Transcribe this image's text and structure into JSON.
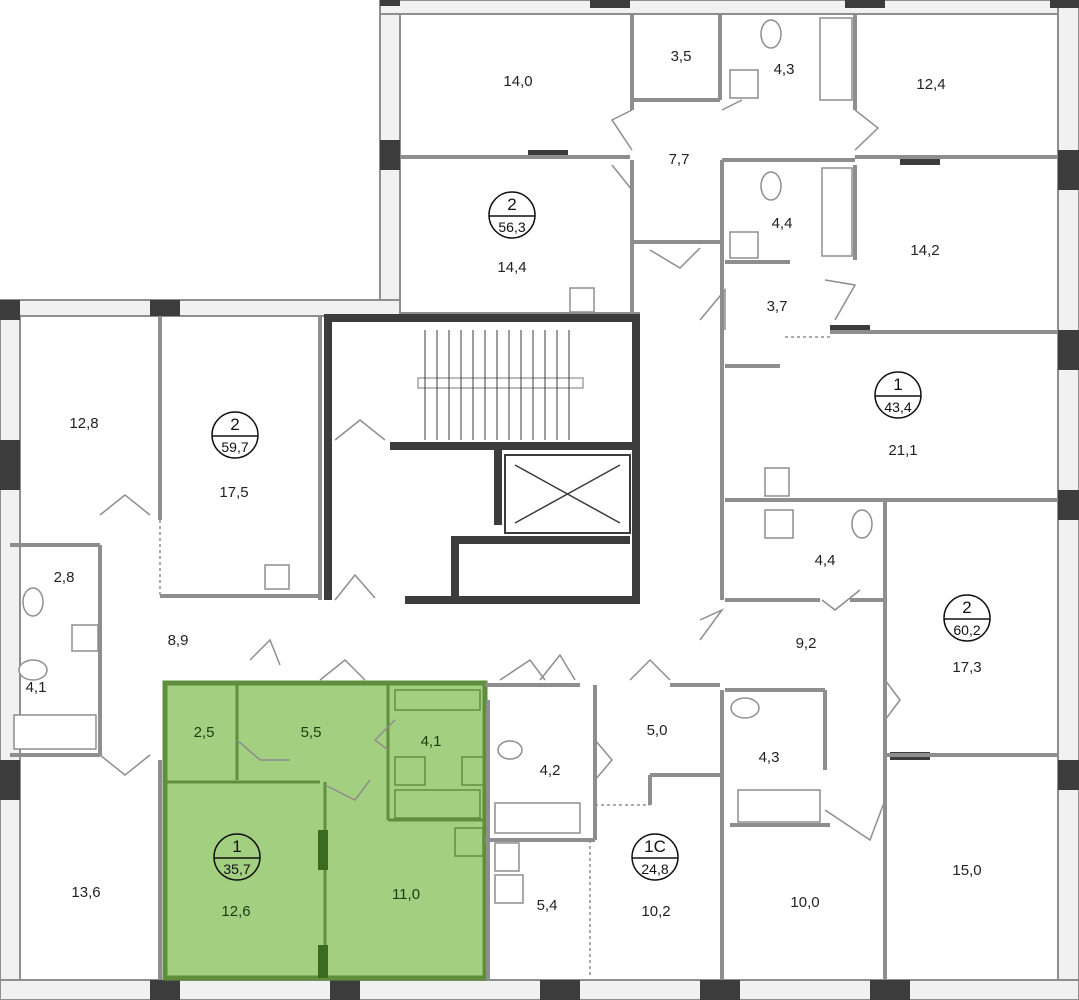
{
  "colors": {
    "selected_fill": "#a3cf80",
    "selected_wall": "#5f8f3c",
    "wall": "#8e8e8e",
    "core_wall": "#3c3c3c"
  },
  "apartments": [
    {
      "id": "apt-top-left",
      "rooms": "2",
      "total": "56,3"
    },
    {
      "id": "apt-top-right",
      "rooms": "1",
      "total": "43,4"
    },
    {
      "id": "apt-left",
      "rooms": "2",
      "total": "59,7"
    },
    {
      "id": "apt-right",
      "rooms": "2",
      "total": "60,2"
    },
    {
      "id": "apt-selected",
      "rooms": "1",
      "total": "35,7"
    },
    {
      "id": "apt-studio",
      "rooms": "1С",
      "total": "24,8"
    }
  ],
  "rooms": [
    {
      "label": "14,0"
    },
    {
      "label": "3,5"
    },
    {
      "label": "4,3"
    },
    {
      "label": "12,4"
    },
    {
      "label": "7,7"
    },
    {
      "label": "4,4"
    },
    {
      "label": "14,4"
    },
    {
      "label": "14,2"
    },
    {
      "label": "3,7"
    },
    {
      "label": "12,8"
    },
    {
      "label": "17,5"
    },
    {
      "label": "21,1"
    },
    {
      "label": "2,8"
    },
    {
      "label": "4,4"
    },
    {
      "label": "8,9"
    },
    {
      "label": "9,2"
    },
    {
      "label": "17,3"
    },
    {
      "label": "4,1"
    },
    {
      "label": "2,5"
    },
    {
      "label": "5,5"
    },
    {
      "label": "4,1"
    },
    {
      "label": "5,0"
    },
    {
      "label": "4,2"
    },
    {
      "label": "4,3"
    },
    {
      "label": "13,6"
    },
    {
      "label": "12,6"
    },
    {
      "label": "11,0"
    },
    {
      "label": "5,4"
    },
    {
      "label": "10,2"
    },
    {
      "label": "10,0"
    },
    {
      "label": "15,0"
    }
  ]
}
